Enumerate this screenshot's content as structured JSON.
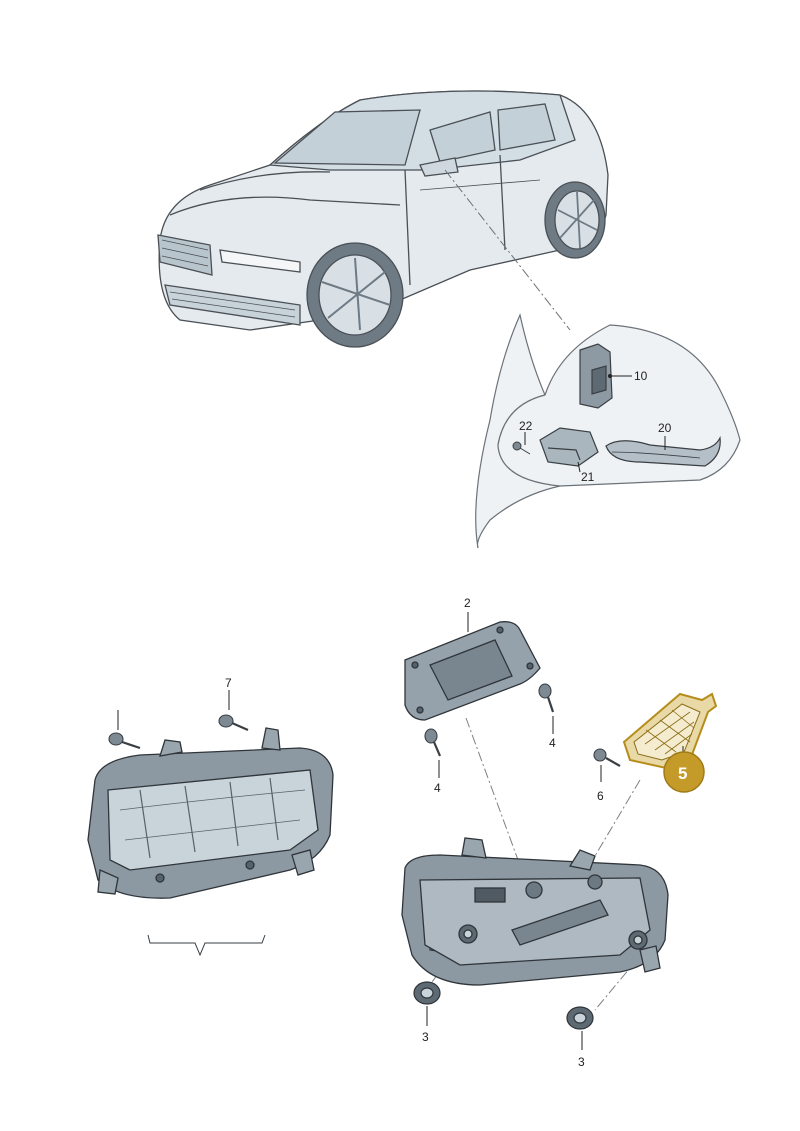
{
  "callouts": {
    "c10": "10",
    "c22": "22",
    "c20": "20",
    "c21": "21",
    "c2": "2",
    "c7": "7",
    "c4a": "4",
    "c4b": "4",
    "c6": "6",
    "c5": "5",
    "c3a": "3",
    "c3b": "3"
  },
  "colors": {
    "line": "#3a3f44",
    "part_fill": "#cfd8df",
    "part_dark": "#7d8a94",
    "highlight_fill": "#e9d9a6",
    "highlight_stroke": "#b58d1a",
    "badge": "#c49a28"
  }
}
